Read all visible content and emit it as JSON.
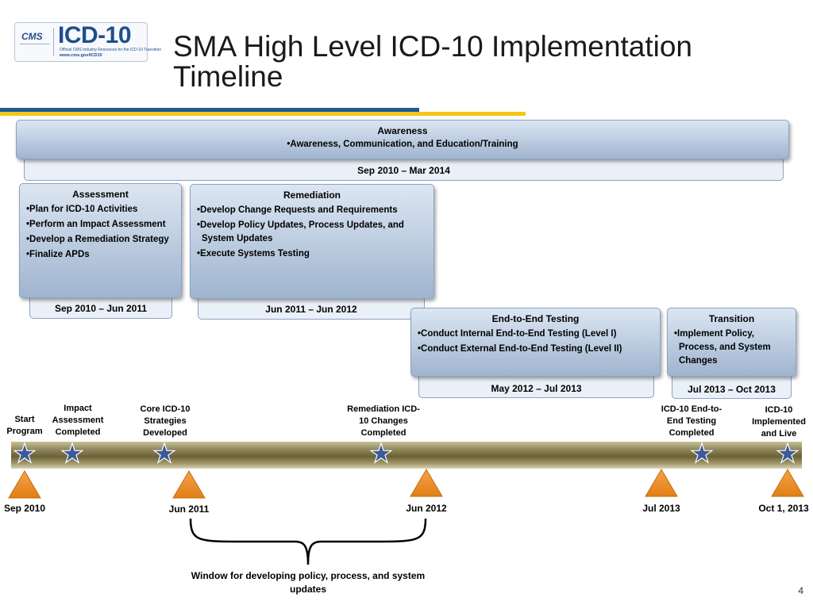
{
  "logo": {
    "cms": "CMS",
    "main": "ICD-10",
    "sub1": "Official CMS Industry Resources for the ICD-10 Transition",
    "sub2": "www.cms.gov/ICD10"
  },
  "title": "SMA High Level ICD-10 Implementation Timeline",
  "awareness": {
    "title": "Awareness",
    "item": "Awareness, Communication, and Education/Training",
    "date": "Sep 2010 – Mar 2014"
  },
  "assessment": {
    "title": "Assessment",
    "items": [
      "Plan for ICD-10 Activities",
      "Perform an Impact Assessment",
      "Develop a Remediation Strategy",
      "Finalize APDs"
    ],
    "date": "Sep 2010 – Jun 2011"
  },
  "remediation": {
    "title": "Remediation",
    "items": [
      "Develop Change Requests and Requirements",
      "Develop Policy Updates, Process Updates, and System Updates",
      "Execute Systems Testing"
    ],
    "date": "Jun 2011 – Jun 2012"
  },
  "e2e": {
    "title": "End-to-End Testing",
    "items": [
      "Conduct Internal End-to-End Testing (Level I)",
      "Conduct External End-to-End Testing (Level II)"
    ],
    "date": "May 2012 – Jul 2013"
  },
  "transition": {
    "title": "Transition",
    "items": [
      "Implement Policy, Process, and System Changes"
    ],
    "date": "Jul 2013 – Oct 2013"
  },
  "milestones": [
    "Start Program",
    "Impact Assessment Completed",
    "Core ICD-10 Strategies Developed",
    "Remediation ICD-10 Changes Completed",
    "ICD-10 End-to-End Testing Completed",
    "ICD-10 Implemented and Live"
  ],
  "dates": [
    "Sep 2010",
    "Jun 2011",
    "Jun 2012",
    "Jul 2013",
    "Oct 1, 2013"
  ],
  "window_label": "Window for developing policy, process, and system updates",
  "page_number": "4",
  "colors": {
    "star": "#3b5a9a",
    "triangle": "#f0922b",
    "accent_blue": "#1c5b99",
    "accent_yellow": "#f5c518"
  }
}
